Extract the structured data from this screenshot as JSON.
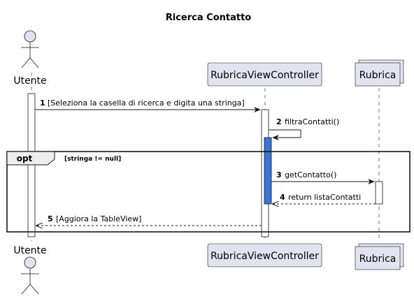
{
  "title": "Ricerca Contatto",
  "participants": {
    "utente": "Utente",
    "controller": "RubricaViewController",
    "rubrica": "Rubrica"
  },
  "fragment": {
    "operator": "opt",
    "guard": "[stringa != null]"
  },
  "messages": [
    {
      "number": "1",
      "text": "[Seleziona la casella di ricerca e digita una stringa]"
    },
    {
      "number": "2",
      "text": "filtraContatti()"
    },
    {
      "number": "3",
      "text": "getContatto()"
    },
    {
      "number": "4",
      "text": "return listaContatti"
    },
    {
      "number": "5",
      "text": "[Aggiora la TableView]"
    }
  ],
  "colors": {
    "participant_fill": "#E2E2F0",
    "participant_border": "#181818",
    "activation_highlight": "#3875D7",
    "lifeline": "#181818"
  }
}
